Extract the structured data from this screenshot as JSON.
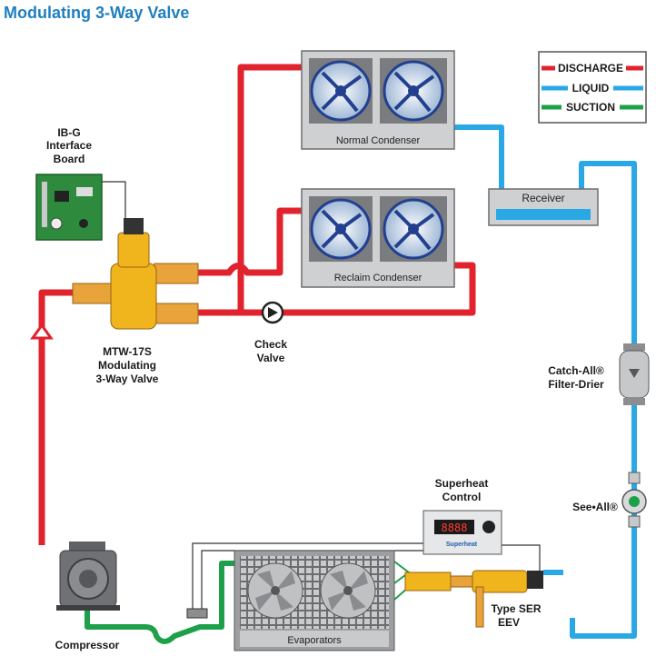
{
  "title": "Modulating 3-Way Valve",
  "colors": {
    "title": "#1f7fbf",
    "discharge": "#e0232c",
    "liquid": "#2aa8e6",
    "suction": "#1ea04a",
    "brass": "#e8a33a",
    "valve_yellow": "#f0b41c",
    "unit_gray": "#cfd0d1"
  },
  "legend": {
    "discharge": "DISCHARGE",
    "liquid": "LIQUID",
    "suction": "SUCTION"
  },
  "components": {
    "normal_condenser": "Normal Condenser",
    "reclaim_condenser": "Reclaim Condenser",
    "receiver": "Receiver",
    "evaporators": "Evaporators",
    "board": [
      "IB-G",
      "Interface",
      "Board"
    ],
    "valve": [
      "MTW-17S",
      "Modulating",
      "3-Way Valve"
    ],
    "check_valve": [
      "Check",
      "Valve"
    ],
    "filter_drier": [
      "Catch-All®",
      "Filter-Drier"
    ],
    "sight_glass": "See•All®",
    "superheat": [
      "Superheat",
      "Control"
    ],
    "superheat_display": "8888",
    "superheat_brand": "Superheat",
    "eev": [
      "Type SER",
      "EEV"
    ],
    "compressor": "Compressor"
  },
  "icons": [
    "fan-icon",
    "check-valve-icon",
    "flow-arrow-icon",
    "filter-drier-icon",
    "sight-glass-icon",
    "compressor-icon",
    "circuit-board-icon"
  ]
}
